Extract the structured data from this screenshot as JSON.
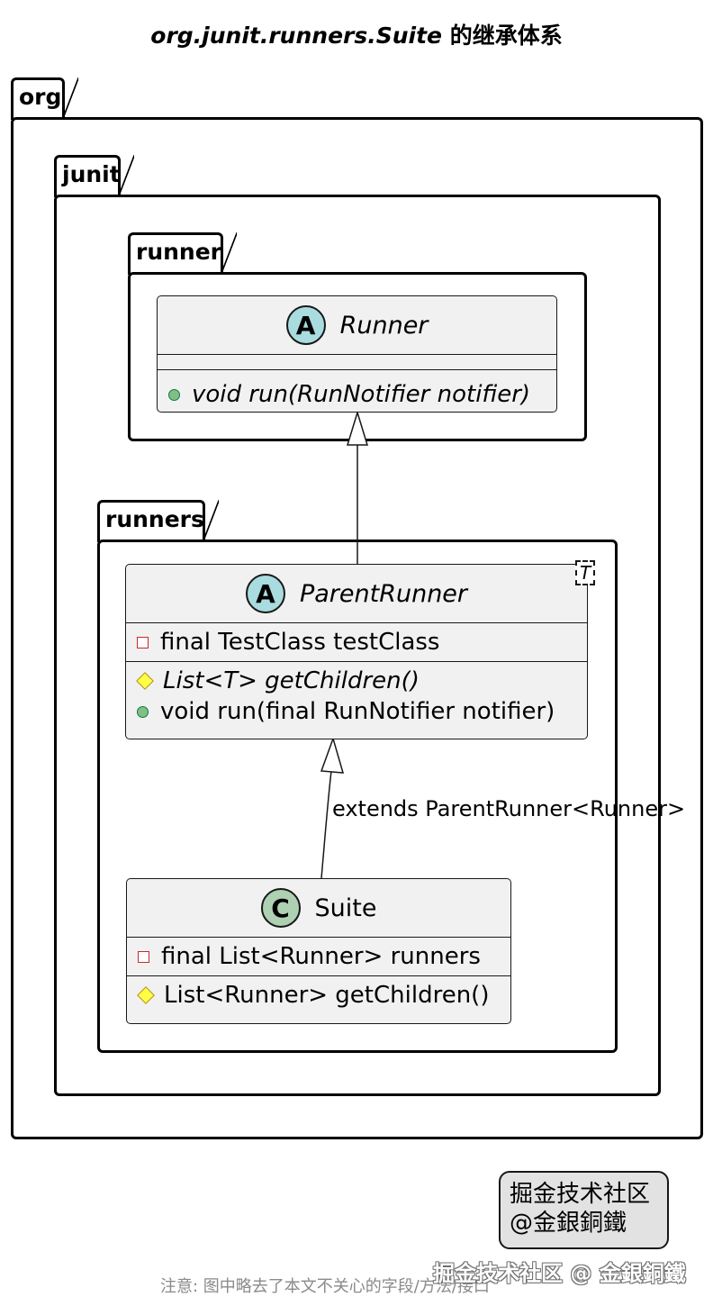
{
  "title": {
    "class_name": "org.junit.runners.Suite",
    "suffix": " 的继承体系"
  },
  "packages": {
    "org": "org",
    "junit": "junit",
    "runner": "runner",
    "runners": "runners"
  },
  "classes": {
    "runner": {
      "stereotype_icon": "A",
      "name": "Runner",
      "methods": [
        "void run(RunNotifier notifier)"
      ]
    },
    "parent_runner": {
      "stereotype_icon": "A",
      "name": "ParentRunner",
      "generic": "T",
      "fields": [
        "final TestClass testClass"
      ],
      "methods": [
        "List<T> getChildren()",
        "void run(final RunNotifier notifier)"
      ]
    },
    "suite": {
      "stereotype_icon": "C",
      "name": "Suite",
      "fields": [
        "final List<Runner> runners"
      ],
      "methods": [
        "List<Runner> getChildren()"
      ]
    }
  },
  "edges": {
    "suite_to_parent_label": "extends ParentRunner<Runner>"
  },
  "note": {
    "line1": "掘金技术社区",
    "line2": "@金銀銅鐵"
  },
  "footer": "注意: 图中略去了本文不关心的字段/方法/接口",
  "watermark": "掘金技术社区 @ 金銀銅鐵"
}
